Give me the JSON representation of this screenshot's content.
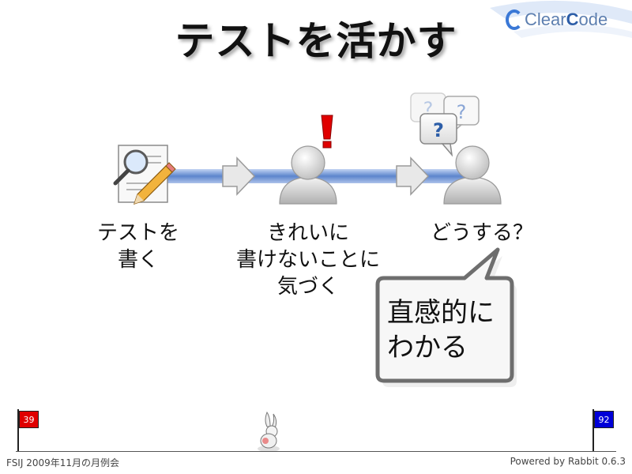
{
  "slide": {
    "title": "テストを活かす",
    "logo": {
      "pre": "Clear",
      "strong": "C",
      "post": "ode"
    }
  },
  "diagram": {
    "step1": {
      "lines": [
        "テストを",
        "書く"
      ]
    },
    "step2": {
      "lines": [
        "きれいに",
        "書けないことに",
        "気づく"
      ]
    },
    "step3": {
      "lines": [
        "どうする？"
      ]
    },
    "bubble_marks": [
      "?",
      "?",
      "?"
    ],
    "alert_mark": "!",
    "callout": {
      "lines": [
        "直感的に",
        "わかる"
      ]
    }
  },
  "footer": {
    "left": "FSIJ 2009年11月の月例会",
    "right": "Powered by Rabbit 0.6.3",
    "start_page": "39",
    "end_page": "92"
  },
  "colors": {
    "arrow": "#3f6fc4",
    "exclamation": "#e00000",
    "start_flag": "#e00000",
    "end_flag": "#0000d8"
  },
  "icons": [
    "document-search-icon",
    "pencil-icon",
    "user-icon",
    "exclamation-icon",
    "question-bubble-icon",
    "arrow-right-icon",
    "rabbit-icon",
    "flag-icon"
  ]
}
